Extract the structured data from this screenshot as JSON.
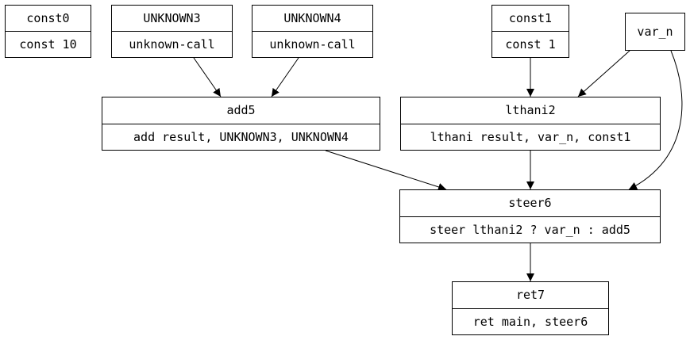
{
  "nodes": {
    "const0": {
      "title": "const0",
      "body": "const 10"
    },
    "unknown3": {
      "title": "UNKNOWN3",
      "body": "unknown-call"
    },
    "unknown4": {
      "title": "UNKNOWN4",
      "body": "unknown-call"
    },
    "const1": {
      "title": "const1",
      "body": "const 1"
    },
    "var_n": {
      "title": "var_n"
    },
    "add5": {
      "title": "add5",
      "body": "add result, UNKNOWN3, UNKNOWN4"
    },
    "lthani2": {
      "title": "lthani2",
      "body": "lthani result, var_n, const1"
    },
    "steer6": {
      "title": "steer6",
      "body": "steer lthani2 ? var_n : add5"
    },
    "ret7": {
      "title": "ret7",
      "body": "ret main, steer6"
    }
  },
  "edges": [
    {
      "from": "UNKNOWN3",
      "to": "add5"
    },
    {
      "from": "UNKNOWN4",
      "to": "add5"
    },
    {
      "from": "const1",
      "to": "lthani2"
    },
    {
      "from": "var_n",
      "to": "lthani2"
    },
    {
      "from": "var_n",
      "to": "steer6"
    },
    {
      "from": "add5",
      "to": "steer6"
    },
    {
      "from": "lthani2",
      "to": "steer6"
    },
    {
      "from": "steer6",
      "to": "ret7"
    }
  ],
  "colors": {
    "stroke": "#000000",
    "background": "#ffffff"
  }
}
